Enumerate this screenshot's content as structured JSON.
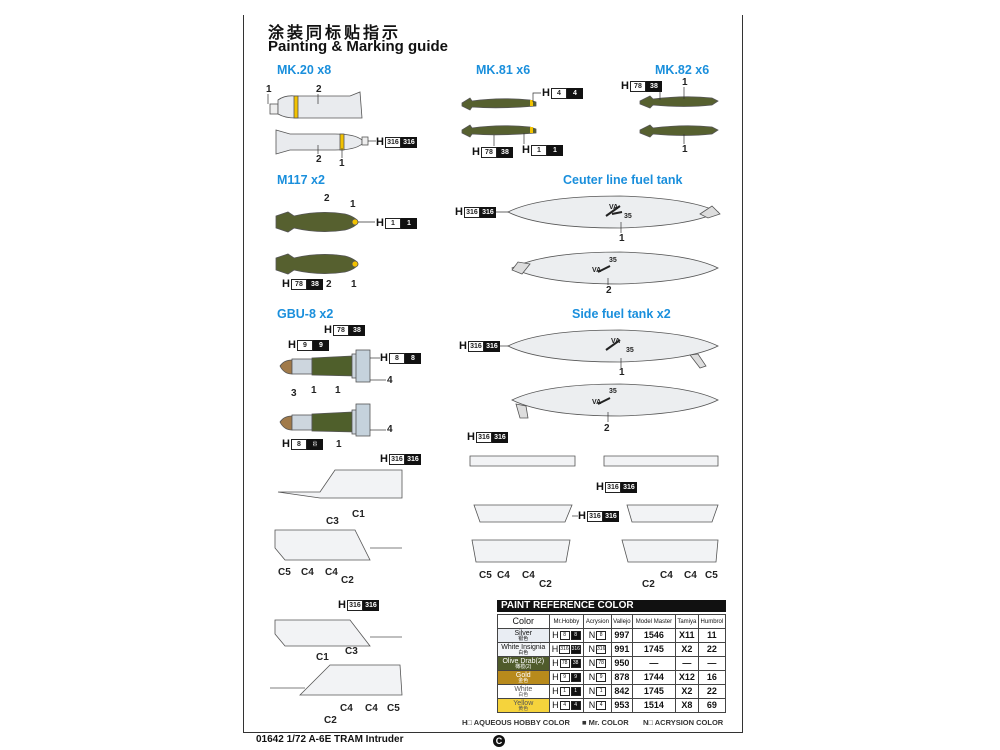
{
  "header": {
    "title_cn": "涂装同标贴指示",
    "title_en": "Painting & Marking guide"
  },
  "sections": {
    "mk20": "MK.20 x8",
    "mk81": "MK.81 x6",
    "mk82": "MK.82 x6",
    "m117": "M117 x2",
    "center_tank": "Ceuter line fuel tank",
    "side_tank": "Side fuel tank x2",
    "gbu8": "GBU-8 x2"
  },
  "callout_prefix": "H",
  "codes": {
    "c316": "316",
    "c4": "4",
    "c78": "78",
    "c38": "38",
    "c1": "1",
    "c9": "9",
    "c8": "8"
  },
  "labels": {
    "n1": "1",
    "n2": "2",
    "n3": "3",
    "n4": "4",
    "C1": "C1",
    "C2": "C2",
    "C3": "C3",
    "C4": "C4",
    "C5": "C5",
    "va": "VA",
    "n35": "35"
  },
  "paint_table": {
    "title": "PAINT  REFERENCE COLOR",
    "headers": [
      "Color",
      "Mr.Hobby",
      "Acrysion",
      "Vallejo",
      "Model Master",
      "Tamiya",
      "Humbrol"
    ],
    "rows": [
      {
        "name": "Silver",
        "name_cn": "银色",
        "h": "8",
        "n": "8",
        "vallejo": "997",
        "model_master": "1546",
        "tamiya": "X11",
        "humbrol": "11",
        "bg": "#e9edf3",
        "fg": "#111"
      },
      {
        "name": "White Insignia",
        "name_cn": "白色",
        "h": "316",
        "n": "316",
        "vallejo": "991",
        "model_master": "1745",
        "tamiya": "X2",
        "humbrol": "22",
        "bg": "#f3f5f8",
        "fg": "#111"
      },
      {
        "name": "Olive Drab(2)",
        "name_cn": "橄榄(2)",
        "h": "78",
        "h2": "38",
        "n": "78",
        "vallejo": "950",
        "model_master": "—",
        "tamiya": "—",
        "humbrol": "—",
        "bg": "#4f5b2b",
        "fg": "#fff"
      },
      {
        "name": "Gold",
        "name_cn": "金色",
        "h": "9",
        "n": "9",
        "vallejo": "878",
        "model_master": "1744",
        "tamiya": "X12",
        "humbrol": "16",
        "bg": "#b88a1c",
        "fg": "#fff"
      },
      {
        "name": "White",
        "name_cn": "白色",
        "h": "1",
        "n": "1",
        "vallejo": "842",
        "model_master": "1745",
        "tamiya": "X2",
        "humbrol": "22",
        "bg": "#ffffff",
        "fg": "#555"
      },
      {
        "name": "Yellow",
        "name_cn": "黄色",
        "h": "4",
        "n": "4",
        "vallejo": "953",
        "model_master": "1514",
        "tamiya": "X8",
        "humbrol": "69",
        "bg": "#f5d33c",
        "fg": "#555"
      }
    ],
    "prefix_h": "H",
    "prefix_n": "N"
  },
  "legend": {
    "aqueous": "H□ AQUEOUS HOBBY COLOR",
    "mr": "■ Mr. COLOR",
    "acrysion": "N□ ACRYSION COLOR"
  },
  "footer": {
    "kit": "01642 1/72 A-6E TRAM Intruder",
    "page": "C"
  },
  "colors": {
    "heading": "#1a8fdc",
    "olive": "#56602f",
    "tank": "#eceef0",
    "gold": "#c79a2a",
    "yellow": "#f2c200"
  }
}
